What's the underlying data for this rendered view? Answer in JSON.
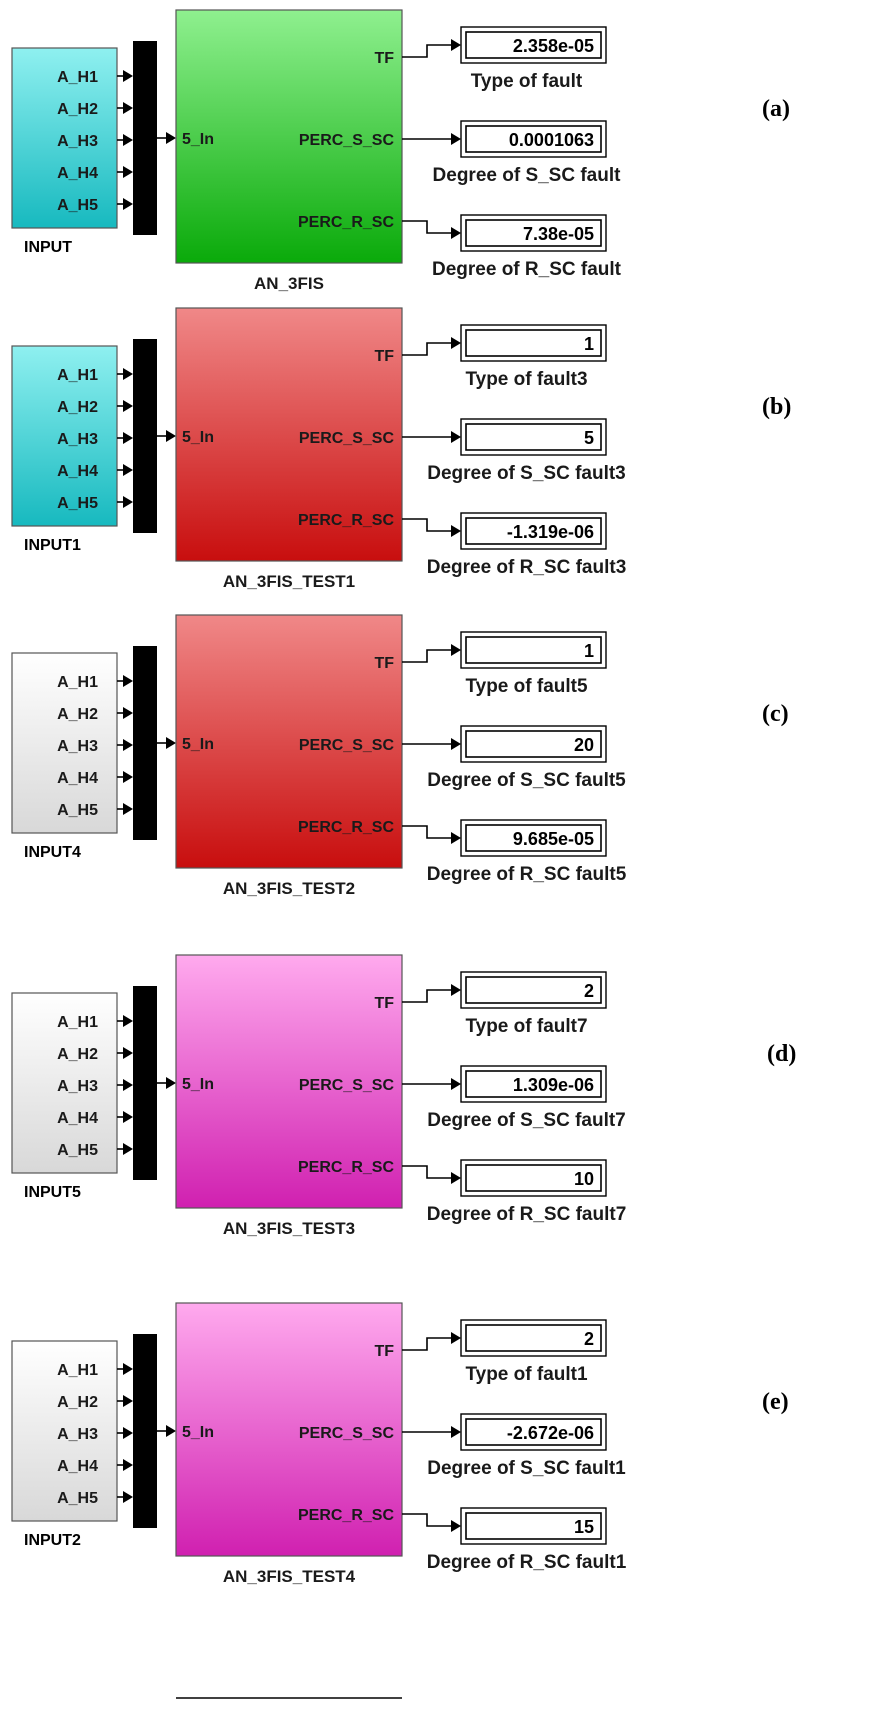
{
  "colors": {
    "cyan_top": "#8ff0f0",
    "cyan_bottom": "#17b9bf",
    "gray_top": "#ffffff",
    "gray_bottom": "#d8d8d8",
    "green_top": "#8ff08f",
    "green_bottom": "#0aaa0a",
    "red_top": "#f08888",
    "red_bottom": "#c80e0e",
    "pink_top": "#ffaaee",
    "pink_bottom": "#d020b0"
  },
  "panels": [
    {
      "label": "(a)",
      "input_style": "cyan",
      "fis_style": "green",
      "input_name": "INPUT",
      "input_ports": [
        "A_H1",
        "A_H2",
        "A_H3",
        "A_H4",
        "A_H5"
      ],
      "fis_name": "AN_3FIS",
      "fis_in": "5_In",
      "fis_outs": [
        "TF",
        "PERC_S_SC",
        "PERC_R_SC"
      ],
      "displays": [
        {
          "value": "2.358e-05",
          "label": "Type of fault"
        },
        {
          "value": "0.0001063",
          "label": "Degree of S_SC fault"
        },
        {
          "value": "7.38e-05",
          "label": "Degree of R_SC fault"
        }
      ]
    },
    {
      "label": "(b)",
      "input_style": "cyan",
      "fis_style": "red",
      "input_name": "INPUT1",
      "input_ports": [
        "A_H1",
        "A_H2",
        "A_H3",
        "A_H4",
        "A_H5"
      ],
      "fis_name": "AN_3FIS_TEST1",
      "fis_in": "5_In",
      "fis_outs": [
        "TF",
        "PERC_S_SC",
        "PERC_R_SC"
      ],
      "displays": [
        {
          "value": "1",
          "label": "Type of fault3"
        },
        {
          "value": "5",
          "label": "Degree of S_SC fault3"
        },
        {
          "value": "-1.319e-06",
          "label": "Degree of R_SC fault3"
        }
      ]
    },
    {
      "label": "(c)",
      "input_style": "gray",
      "fis_style": "red",
      "input_name": "INPUT4",
      "input_ports": [
        "A_H1",
        "A_H2",
        "A_H3",
        "A_H4",
        "A_H5"
      ],
      "fis_name": "AN_3FIS_TEST2",
      "fis_in": "5_In",
      "fis_outs": [
        "TF",
        "PERC_S_SC",
        "PERC_R_SC"
      ],
      "displays": [
        {
          "value": "1",
          "label": "Type of fault5"
        },
        {
          "value": "20",
          "label": "Degree of S_SC fault5"
        },
        {
          "value": "9.685e-05",
          "label": "Degree of R_SC fault5"
        }
      ]
    },
    {
      "label": "(d)",
      "input_style": "gray",
      "fis_style": "pink",
      "input_name": "INPUT5",
      "input_ports": [
        "A_H1",
        "A_H2",
        "A_H3",
        "A_H4",
        "A_H5"
      ],
      "fis_name": "AN_3FIS_TEST3",
      "fis_in": "5_In",
      "fis_outs": [
        "TF",
        "PERC_S_SC",
        "PERC_R_SC"
      ],
      "displays": [
        {
          "value": "2",
          "label": "Type of fault7"
        },
        {
          "value": "1.309e-06",
          "label": "Degree of S_SC fault7"
        },
        {
          "value": "10",
          "label": "Degree of R_SC fault7"
        }
      ]
    },
    {
      "label": "(e)",
      "input_style": "gray",
      "fis_style": "pink",
      "input_name": "INPUT2",
      "input_ports": [
        "A_H1",
        "A_H2",
        "A_H3",
        "A_H4",
        "A_H5"
      ],
      "fis_name": "AN_3FIS_TEST4",
      "fis_in": "5_In",
      "fis_outs": [
        "TF",
        "PERC_S_SC",
        "PERC_R_SC"
      ],
      "displays": [
        {
          "value": "2",
          "label": "Type of fault1"
        },
        {
          "value": "-2.672e-06",
          "label": "Degree of S_SC fault1"
        },
        {
          "value": "15",
          "label": "Degree of R_SC fault1"
        }
      ]
    }
  ]
}
